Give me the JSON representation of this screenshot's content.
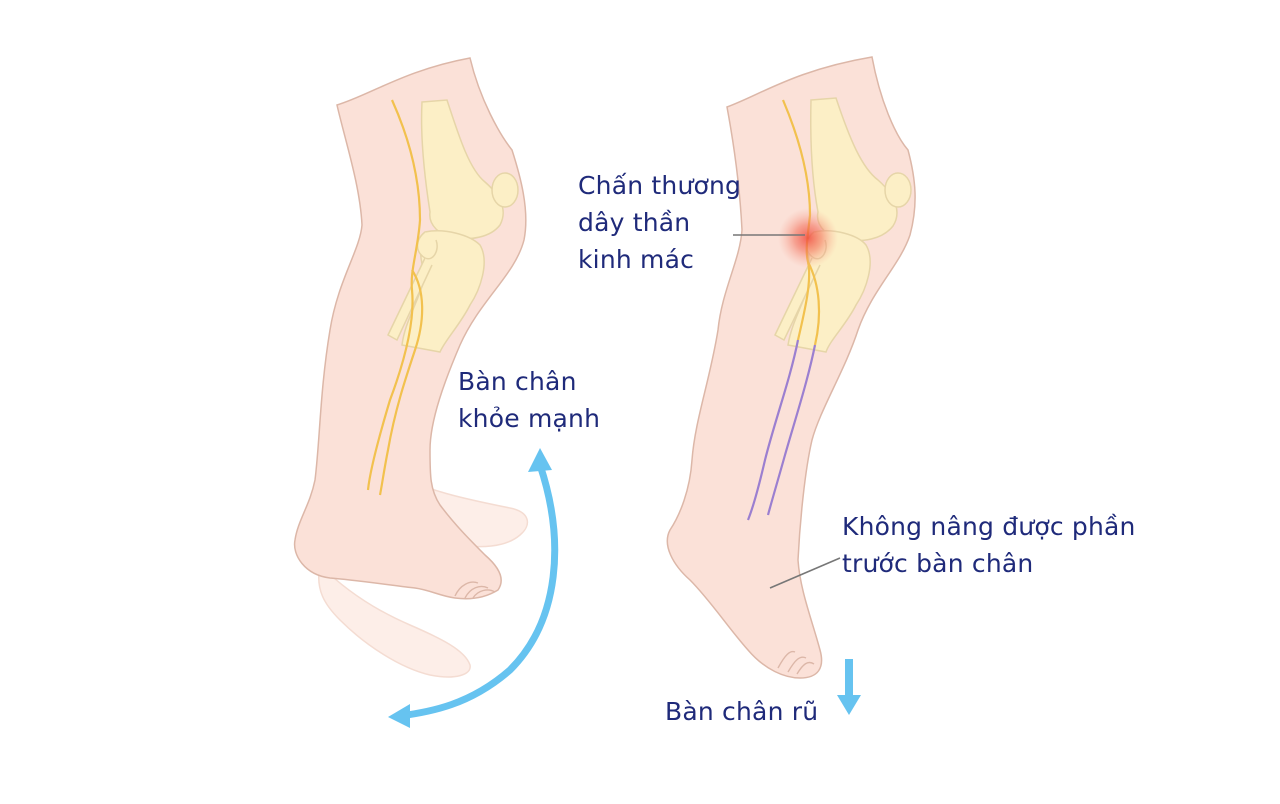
{
  "colors": {
    "background": "#ffffff",
    "skin": "#fbe1d8",
    "skin_outline": "#dcb7a8",
    "bone": "#fcefc6",
    "bone_outline": "#e6d5a8",
    "nerve_healthy": "#f2c14e",
    "nerve_damaged": "#9b7fd0",
    "injury_glow": "#f04a3e",
    "label_text": "#1f2a7a",
    "arrow": "#66c3f0",
    "leader_line": "#777777"
  },
  "left_leg": {
    "label": {
      "lines": [
        "Bàn chân",
        "khỏe mạnh"
      ]
    },
    "motion_arrow": "curved-double-arrow"
  },
  "right_leg": {
    "injury_label": {
      "lines": [
        "Chấn thương",
        "dây thần",
        "kinh mác"
      ]
    },
    "symptom_label": {
      "lines": [
        "Không nâng được phần",
        "trước bàn chân"
      ]
    },
    "result_label": {
      "text": "Bàn chân rũ"
    },
    "motion_arrow": "down-arrow"
  }
}
